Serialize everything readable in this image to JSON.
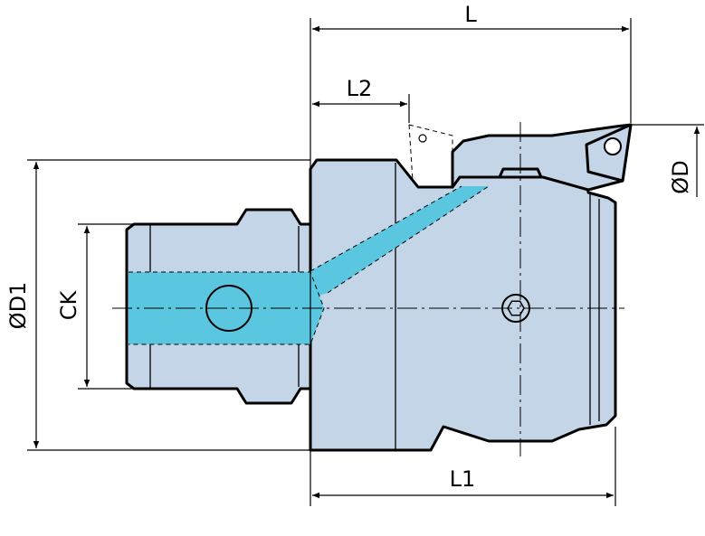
{
  "dimensions": {
    "L": "L",
    "L1": "L1",
    "L2": "L2",
    "D": "ØD",
    "D1": "ØD1",
    "CK": "CK"
  },
  "colors": {
    "body_fill": "#c3d5e6",
    "coolant_fill": "#5bc6e0",
    "outline": "#000000"
  }
}
